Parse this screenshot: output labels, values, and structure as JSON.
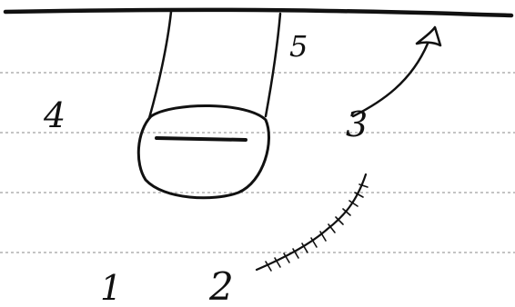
{
  "labels": {
    "one": "1",
    "two": "2",
    "three": "3",
    "four": "4",
    "five": "5"
  },
  "colors": {
    "ink": "#111111",
    "ruled_lines": "#8a8a8a",
    "paper": "#ffffff"
  }
}
